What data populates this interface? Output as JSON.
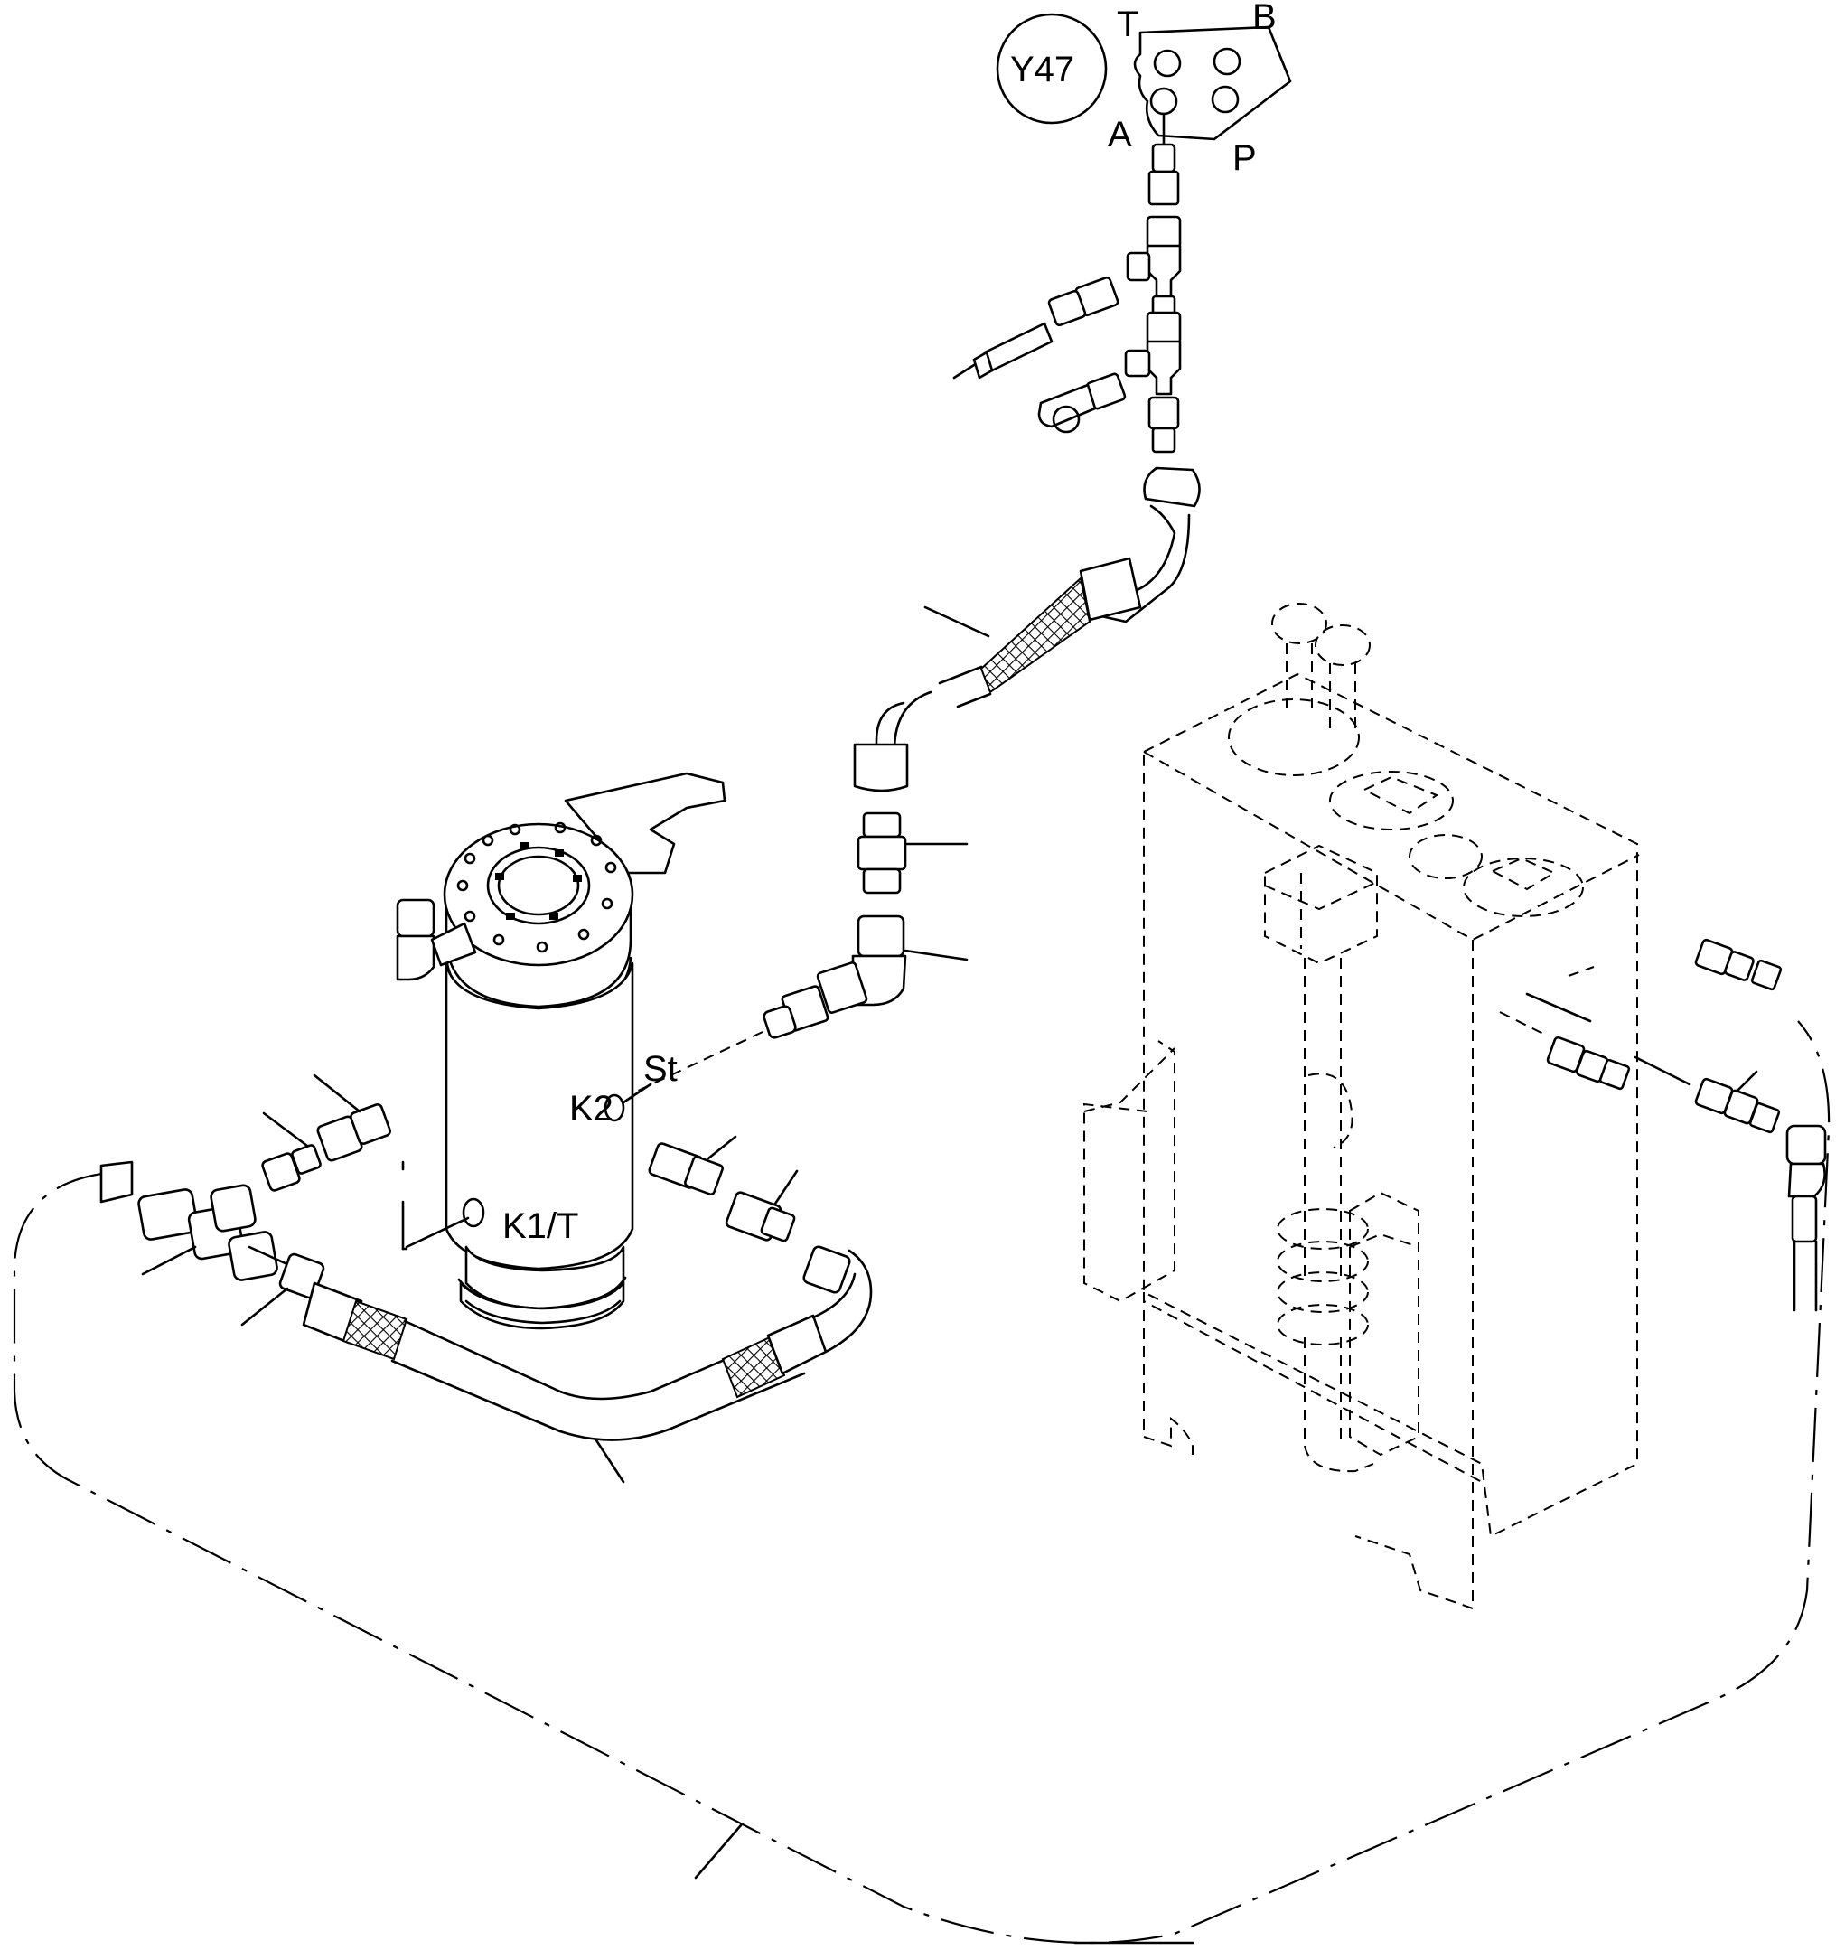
{
  "labels": {
    "valve_id": "Y47",
    "port_t": "T",
    "port_b": "B",
    "port_a": "A",
    "port_p": "P",
    "port_st": "St",
    "port_k2": "K2",
    "port_k1t": "K1/T"
  },
  "colors": {
    "line": "#000000",
    "background": "#ffffff"
  }
}
